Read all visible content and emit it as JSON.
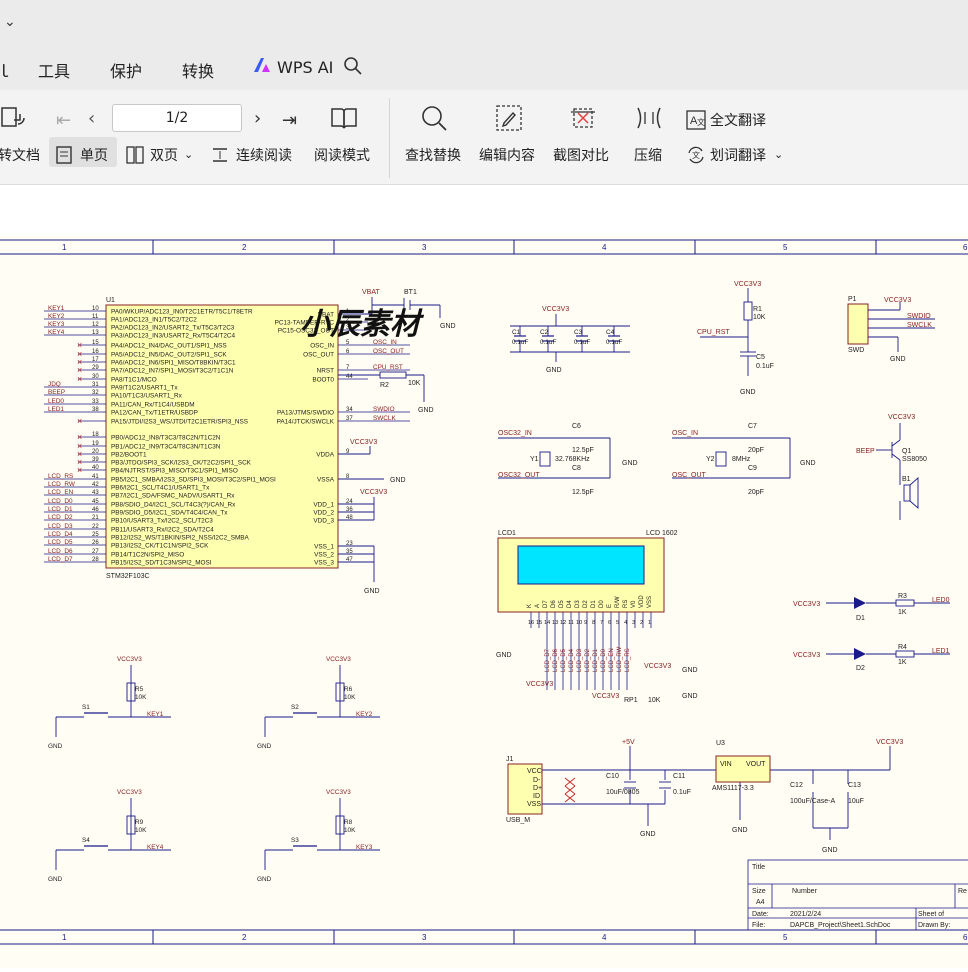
{
  "menu": {
    "items": [
      {
        "label": "工具"
      },
      {
        "label": "保护"
      },
      {
        "label": "转换"
      },
      {
        "label": "WPS AI"
      }
    ]
  },
  "toolbar": {
    "left_cut_label": "转文档",
    "single_page": "单页",
    "double_page": "双页",
    "continuous": "连续阅读",
    "read_mode": "阅读模式",
    "page_indicator": "1/2",
    "find_replace": "查找替换",
    "edit_content": "编辑内容",
    "screenshot_compare": "截图对比",
    "compress": "压缩",
    "full_translate": "全文翻译",
    "word_translate": "划词翻译"
  },
  "schematic": {
    "watermark": "小辰素材",
    "column_numbers": [
      "1",
      "2",
      "3",
      "4",
      "5",
      "6"
    ],
    "mcu": {
      "ref": "U1",
      "name": "STM32F103C",
      "left_pins": [
        {
          "num": "10",
          "label": "PA0/WKUP/ADC123_IN0/T2C1ETR/T5C1/T8ETR",
          "net": "KEY1"
        },
        {
          "num": "11",
          "label": "PA1/ADC123_IN1/T5C2/T2C2",
          "net": "KEY2"
        },
        {
          "num": "12",
          "label": "PA2/ADC123_IN2/USART2_Tx/T5C3/T2C3",
          "net": "KEY3"
        },
        {
          "num": "13",
          "label": "PA3/ADC123_IN3/USART2_Rx/T5C4/T2C4",
          "net": "KEY4"
        },
        {
          "num": "15",
          "label": "PA4/ADC12_IN4/DAC_OUT1/SPI1_NSS",
          "net": ""
        },
        {
          "num": "16",
          "label": "PA5/ADC12_IN5/DAC_OUT2/SPI1_SCK",
          "net": ""
        },
        {
          "num": "17",
          "label": "PA6/ADC12_IN6/SPI1_MISO/T8BKIN/T3C1",
          "net": ""
        },
        {
          "num": "29",
          "label": "PA7/ADC12_IN7/SPI1_MOSI/T3C2/T1C1N",
          "net": ""
        },
        {
          "num": "30",
          "label": "PA8/T1C1/MCO",
          "net": ""
        },
        {
          "num": "31",
          "label": "PA9/T1C2/USART1_Tx",
          "net": "JDQ"
        },
        {
          "num": "32",
          "label": "PA10/T1C3/USART1_Rx",
          "net": "BEEP"
        },
        {
          "num": "33",
          "label": "PA11/CAN_Rx/T1C4/USBDM",
          "net": "LED0"
        },
        {
          "num": "38",
          "label": "PA12/CAN_Tx/T1ETR/USBDP",
          "net": "LED1"
        },
        {
          "num": "",
          "label": "PA15/JTDI/I2S3_WS/JTDI/T2C1ETR/SPI3_NSS",
          "net": ""
        },
        {
          "num": "18",
          "label": "PB0/ADC12_IN8/T3C3/T8C2N/T1C2N",
          "net": ""
        },
        {
          "num": "19",
          "label": "PB1/ADC12_IN9/T3C4/T8C3N/T1C3N",
          "net": ""
        },
        {
          "num": "20",
          "label": "PB2/BOOT1",
          "net": ""
        },
        {
          "num": "39",
          "label": "PB3/JTDO/SPI3_SCK/I2S3_CK/T2C2/SPI1_SCK",
          "net": ""
        },
        {
          "num": "40",
          "label": "PB4/NJTRST/SPI3_MISO/T3C1/SPI1_MISO",
          "net": ""
        },
        {
          "num": "41",
          "label": "PB5/I2C1_SMBA/I2S3_SD/SPI3_MOSI/T3C2/SPI1_MOSI",
          "net": "LCD_RS"
        },
        {
          "num": "42",
          "label": "PB6/I2C1_SCL/T4C1/USART1_Tx",
          "net": "LCD_RW"
        },
        {
          "num": "43",
          "label": "PB7/I2C1_SDA/FSMC_NADV/USART1_Rx",
          "net": "LCD_EN"
        },
        {
          "num": "45",
          "label": "PB8/SDIO_D4/I2C1_SCL/T4C3(?)/CAN_Rx",
          "net": "LCD_D0"
        },
        {
          "num": "46",
          "label": "PB9/SDIO_D5/I2C1_SDA/T4C4/CAN_Tx",
          "net": "LCD_D1"
        },
        {
          "num": "21",
          "label": "PB10/USART3_Tx/I2C2_SCL/T2C3",
          "net": "LCD_D2"
        },
        {
          "num": "22",
          "label": "PB11/USART3_Rx/I2C2_SDA/T2C4",
          "net": "LCD_D3"
        },
        {
          "num": "25",
          "label": "PB12/I2S2_WS/T1BKIN/SPI2_NSS/I2C2_SMBA",
          "net": "LCD_D4"
        },
        {
          "num": "26",
          "label": "PB13/I2S2_CK/T1C1N/SPI2_SCK",
          "net": "LCD_D5"
        },
        {
          "num": "27",
          "label": "PB14/T1C2N/SPI2_MISO",
          "net": "LCD_D6"
        },
        {
          "num": "28",
          "label": "PB15/I2S2_SD/T1C3N/SPI2_MOSI",
          "net": "LCD_D7"
        }
      ],
      "right_pins": [
        {
          "num": "1",
          "label": "VBAT",
          "net": "VBAT"
        },
        {
          "num": "2",
          "label": "PC13-TAMPER-RTC",
          "net": ""
        },
        {
          "num": "3",
          "label": "PC15-OSC32_OUT",
          "net": ""
        },
        {
          "num": "5",
          "label": "OSC_IN",
          "net": "OSC_IN"
        },
        {
          "num": "6",
          "label": "OSC_OUT",
          "net": "OSC_OUT"
        },
        {
          "num": "7",
          "label": "NRST",
          "net": "CPU_RST"
        },
        {
          "num": "44",
          "label": "BOOT0",
          "net": ""
        },
        {
          "num": "34",
          "label": "PA13/JTMS/SWDIO",
          "net": "SWDIO"
        },
        {
          "num": "37",
          "label": "PA14/JTCK/SWCLK",
          "net": "SWCLK"
        },
        {
          "num": "9",
          "label": "VDDA",
          "net": "VCC3V3"
        },
        {
          "num": "8",
          "label": "VSSA",
          "net": "GND"
        },
        {
          "num": "24",
          "label": "VDD_1",
          "net": ""
        },
        {
          "num": "36",
          "label": "VDD_2",
          "net": ""
        },
        {
          "num": "48",
          "label": "VDD_3",
          "net": ""
        },
        {
          "num": "23",
          "label": "VSS_1",
          "net": ""
        },
        {
          "num": "35",
          "label": "VSS_2",
          "net": ""
        },
        {
          "num": "47",
          "label": "VSS_3",
          "net": ""
        }
      ]
    },
    "labels": {
      "vcc": "VCC3V3",
      "gnd": "GND",
      "vbat": "VBAT",
      "bt1": "BT1",
      "r2": "R2",
      "r2v": "10K",
      "c1": "C1",
      "c1v": "0.1uF",
      "c2": "C2",
      "c2v": "0.1uF",
      "c3": "C3",
      "c3v": "0.1uF",
      "c4": "C4",
      "c4v": "0.1uF",
      "r1": "R1",
      "r1v": "10K",
      "cpu_rst": "CPU_RST",
      "c5": "C5",
      "c5v": "0.1uF",
      "p1": "P1",
      "swd": "SWD",
      "swdio": "SWDIO",
      "swclk": "SWCLK",
      "osc32_in": "OSC32_IN",
      "osc32_out": "OSC32_OUT",
      "osc_in": "OSC_IN",
      "osc_out": "OSC_OUT",
      "c6": "C6",
      "c6v": "12.5pF",
      "c8": "C8",
      "c8v": "12.5pF",
      "y1": "Y1",
      "y1v": "32.768KHz",
      "c7": "C7",
      "c7v": "20pF",
      "c9": "C9",
      "c9v": "20pF",
      "y2": "Y2",
      "y2v": "8MHz",
      "beep": "BEEP",
      "q1": "Q1",
      "q1v": "SS8050",
      "b1": "B1",
      "lcd1": "LCD1",
      "lcd1602": "LCD 1602",
      "rp1": "RP1",
      "rp1v": "10K",
      "d1": "D1",
      "d2": "D2",
      "r3": "R3",
      "r3v": "1K",
      "r4": "R4",
      "r4v": "1K",
      "led0": "LED0",
      "led1": "LED1",
      "s1": "S1",
      "s2": "S2",
      "s3": "S3",
      "s4": "S4",
      "r5": "R5",
      "r6": "R6",
      "r8": "R8",
      "r9": "R9",
      "rv": "10K",
      "key1": "KEY1",
      "key2": "KEY2",
      "key3": "KEY3",
      "key4": "KEY4",
      "j1": "J1",
      "usb": "USB_M",
      "vcc_pin": "VCC",
      "dm": "D-",
      "dp": "D+",
      "id": "ID",
      "vss": "VSS",
      "p5v": "+5V",
      "c10": "C10",
      "c10v": "10uF/0805",
      "c11": "C11",
      "c11v": "0.1uF",
      "u3": "U3",
      "vin": "VIN",
      "vout": "VOUT",
      "ams": "AMS1117-3.3",
      "c12": "C12",
      "c12v": "100uF/Case-A",
      "c13": "C13",
      "c13v": "10uF",
      "stm_name": "STM32F103C",
      "u1": "U1"
    },
    "lcd_pins": [
      "K",
      "A",
      "D7",
      "D6",
      "D5",
      "D4",
      "D3",
      "D2",
      "D1",
      "D0",
      "E",
      "R/W",
      "RS",
      "V0",
      "VDD",
      "VSS"
    ],
    "lcd_nets": [
      "LCD_D7",
      "LCD_D6",
      "LCD_D5",
      "LCD_D4",
      "LCD_D3",
      "LCD_D2",
      "LCD_D1",
      "LCD_D0",
      "LCD_EN",
      "LCD_RW",
      "LCD_RS"
    ],
    "title_block": {
      "title": "Title",
      "size": "Size",
      "size_val": "A4",
      "number": "Number",
      "rev": "Re",
      "date": "Date:",
      "date_val": "2021/2/24",
      "sheet": "Sheet    of",
      "file": "File:",
      "file_val": "DAPCB_Project\\Sheet1.SchDoc",
      "drawn": "Drawn By:"
    }
  }
}
